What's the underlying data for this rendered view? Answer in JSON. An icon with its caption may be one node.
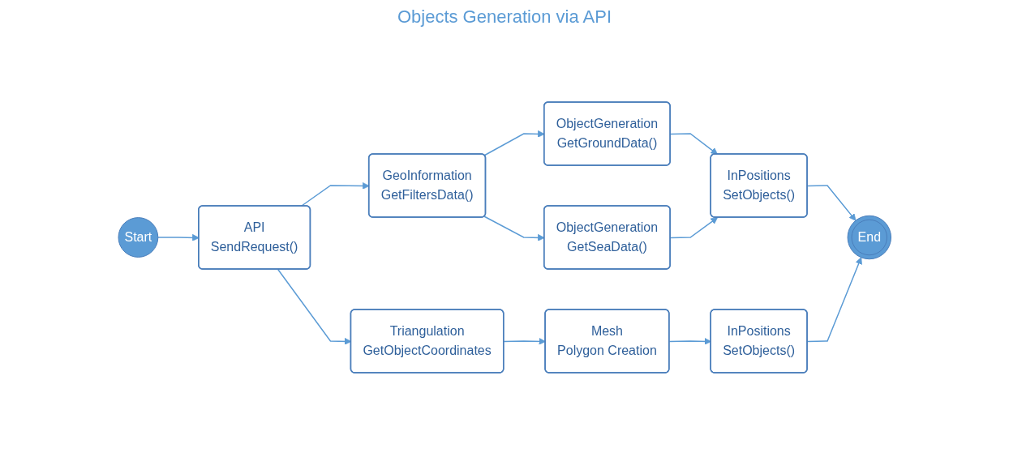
{
  "diagram": {
    "title": "Objects Generation via API",
    "nodes": [
      {
        "text": [
          "Start"
        ]
      },
      {
        "text": [
          "API",
          "SendRequest()"
        ]
      },
      {
        "text": [
          "GeoInformation",
          "GetFiltersData()"
        ]
      },
      {
        "text": [
          "ObjectGeneration",
          "GetGroundData()"
        ]
      },
      {
        "text": [
          "ObjectGeneration",
          "GetSeaData()"
        ]
      },
      {
        "text": [
          "InPositions",
          "SetObjects()"
        ]
      },
      {
        "text": [
          "End"
        ]
      },
      {
        "text": [
          "Triangulation",
          "GetObjectCoordinates"
        ]
      },
      {
        "text": [
          "Mesh",
          "Polygon Creation"
        ]
      },
      {
        "text": [
          "InPositions",
          "SetObjects()"
        ]
      }
    ],
    "edges": [
      {
        "from": 0,
        "to": 1,
        "arrow": "to"
      },
      {
        "from": 1,
        "to": 2,
        "arrow": "to"
      },
      {
        "from": 1,
        "to": 7,
        "arrow": "to"
      },
      {
        "from": 2,
        "to": 3,
        "arrow": "to"
      },
      {
        "from": 2,
        "to": 4,
        "arrow": "to"
      },
      {
        "from": 3,
        "to": 5,
        "arrow": "to"
      },
      {
        "from": 4,
        "to": 5,
        "arrow": "to"
      },
      {
        "from": 5,
        "to": 6,
        "arrow": "to"
      },
      {
        "from": 7,
        "to": 8,
        "arrow": "to"
      },
      {
        "from": 8,
        "to": 9,
        "arrow": "to"
      },
      {
        "from": 9,
        "to": 6,
        "arrow": "to"
      }
    ]
  }
}
